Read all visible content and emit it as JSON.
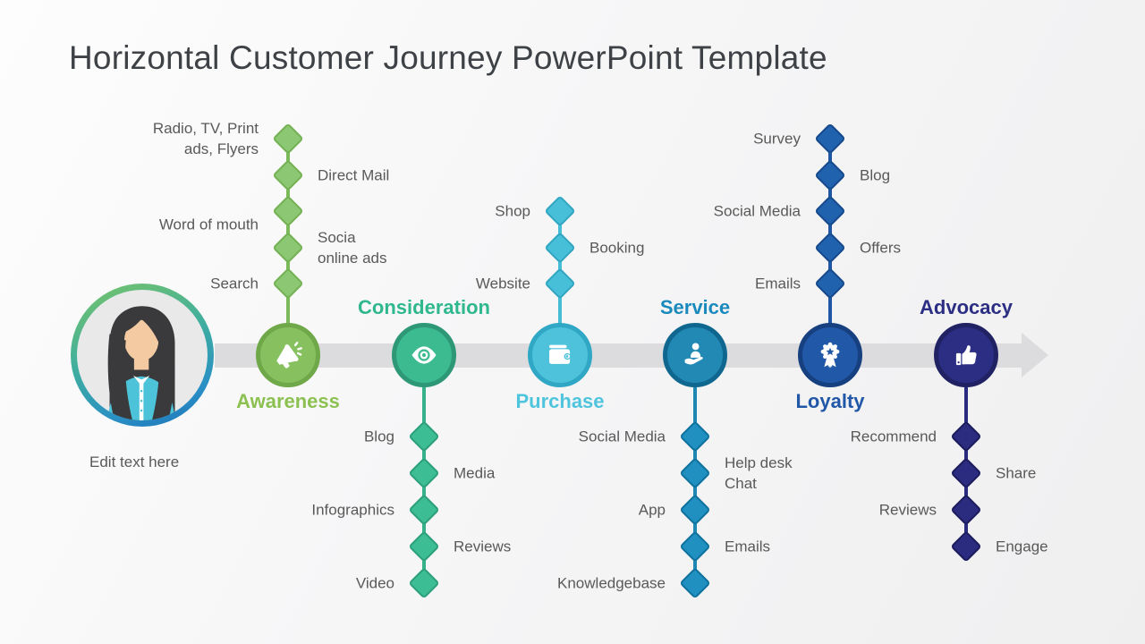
{
  "title": "Horizontal Customer Journey PowerPoint Template",
  "persona": {
    "caption": "Edit text here",
    "avatar": "woman-avatar-icon"
  },
  "timeline": {
    "arrow_color": "#dcdcde"
  },
  "stages": [
    {
      "name": "Awareness",
      "icon": "megaphone-icon",
      "label_side": "below",
      "items_side": "above",
      "colors": {
        "fill": "#87c05f",
        "border": "#6fa848",
        "label": "#8cc152",
        "stem": "#7cb95a",
        "diamond_fill": "#8cc873",
        "diamond_border": "#74b254"
      },
      "items": [
        {
          "label": "Radio, TV, Print\nads, Flyers",
          "side": "left",
          "row": 0
        },
        {
          "label": "Direct Mail",
          "side": "right",
          "row": 1
        },
        {
          "label": "Word of mouth",
          "side": "left",
          "row": 2,
          "label_dy": 15
        },
        {
          "label": "Socia\nonline ads",
          "side": "right",
          "row": 3
        },
        {
          "label": "Search",
          "side": "left",
          "row": 4
        }
      ]
    },
    {
      "name": "Consideration",
      "icon": "eye-icon",
      "label_side": "above",
      "items_side": "below",
      "colors": {
        "fill": "#3cba90",
        "border": "#2d9776",
        "label": "#2fb78d",
        "stem": "#36b189",
        "diamond_fill": "#3cbd94",
        "diamond_border": "#2da07b"
      },
      "items": [
        {
          "label": "Blog",
          "side": "left",
          "row": 0
        },
        {
          "label": "Media",
          "side": "right",
          "row": 1
        },
        {
          "label": "Infographics",
          "side": "left",
          "row": 2
        },
        {
          "label": "Reviews",
          "side": "right",
          "row": 3
        },
        {
          "label": "Video",
          "side": "left",
          "row": 4
        }
      ]
    },
    {
      "name": "Purchase",
      "icon": "wallet-icon",
      "label_side": "below",
      "items_side": "above",
      "colors": {
        "fill": "#4ec2da",
        "border": "#2fa7c5",
        "label": "#4fc4dd",
        "stem": "#45bdd5",
        "diamond_fill": "#48bfd8",
        "diamond_border": "#32a6c1"
      },
      "items": [
        {
          "label": "Shop",
          "side": "left",
          "row": 2
        },
        {
          "label": "Booking",
          "side": "right",
          "row": 3
        },
        {
          "label": "Website",
          "side": "left",
          "row": 4
        }
      ]
    },
    {
      "name": "Service",
      "icon": "customer-support-icon",
      "label_side": "above",
      "items_side": "below",
      "colors": {
        "fill": "#2289b5",
        "border": "#0f678f",
        "label": "#1a8abd",
        "stem": "#1e87b3",
        "diamond_fill": "#2090c0",
        "diamond_border": "#10729e"
      },
      "items": [
        {
          "label": "Social Media",
          "side": "left",
          "row": 0
        },
        {
          "label": "Help desk\nChat",
          "side": "right",
          "row": 1
        },
        {
          "label": "App",
          "side": "left",
          "row": 2
        },
        {
          "label": "Emails",
          "side": "right",
          "row": 3
        },
        {
          "label": "Knowledgebase",
          "side": "left",
          "row": 4
        }
      ]
    },
    {
      "name": "Loyalty",
      "icon": "award-ribbon-icon",
      "label_side": "below",
      "items_side": "above",
      "colors": {
        "fill": "#2159a8",
        "border": "#16407f",
        "label": "#2157a7",
        "stem": "#1f57a4",
        "diamond_fill": "#2162af",
        "diamond_border": "#164a8d"
      },
      "items": [
        {
          "label": "Survey",
          "side": "left",
          "row": 0
        },
        {
          "label": "Blog",
          "side": "right",
          "row": 1
        },
        {
          "label": "Social Media",
          "side": "left",
          "row": 2
        },
        {
          "label": "Offers",
          "side": "right",
          "row": 3
        },
        {
          "label": "Emails",
          "side": "left",
          "row": 4
        }
      ]
    },
    {
      "name": "Advocacy",
      "icon": "thumbs-up-icon",
      "label_side": "above",
      "items_side": "below",
      "colors": {
        "fill": "#2b2e83",
        "border": "#202263",
        "label": "#2b2e83",
        "stem": "#292c7e",
        "diamond_fill": "#2b2b80",
        "diamond_border": "#1d1d5e"
      },
      "items": [
        {
          "label": "Recommend",
          "side": "left",
          "row": 0
        },
        {
          "label": "Share",
          "side": "right",
          "row": 1
        },
        {
          "label": "Reviews",
          "side": "left",
          "row": 2
        },
        {
          "label": "Engage",
          "side": "right",
          "row": 3
        }
      ]
    }
  ]
}
